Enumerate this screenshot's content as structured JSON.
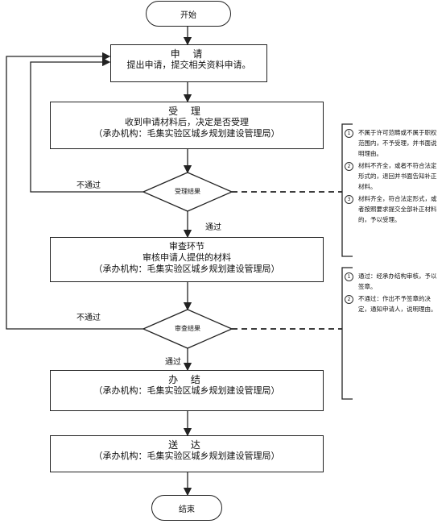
{
  "start": "开始",
  "end": "结束",
  "apply": {
    "title": "申 请",
    "line1": "提出申请，提交相关资料申请。"
  },
  "accept": {
    "title": "受 理",
    "line1": "收到申请材料后，决定是否受理",
    "line2": "（承办机构：毛集实验区城乡规划建设管理局）"
  },
  "decision1": {
    "text": "受理结果",
    "fail": "不通过",
    "pass": "通过"
  },
  "review": {
    "title": "审查环节",
    "line1": "审核申请人提供的材料",
    "line2": "（承办机构：毛集实验区城乡规划建设管理局）"
  },
  "decision2": {
    "text": "审查结果",
    "fail": "不通过",
    "pass": "通过"
  },
  "handle": {
    "title": "办 结",
    "line1": "（承办机构：毛集实验区城乡规划建设管理局）"
  },
  "deliver": {
    "title": "送 达",
    "line1": "（承办机构：毛集实验区城乡规划建设管理局）"
  },
  "notes1": [
    {
      "num": "1",
      "text": "不属于许可范畴或不属于职权范围内，不予受理，并书面说明理由。"
    },
    {
      "num": "2",
      "text": "材料不齐全，或者不符合法定形式的，退回并书面告知补正材料。"
    },
    {
      "num": "3",
      "text": "材料齐全，符合法定形式，或者按照要求提交全部补正材料的，予以受理。"
    }
  ],
  "notes2": [
    {
      "num": "1",
      "text": "通过：经承办结构审核，予以签章。"
    },
    {
      "num": "2",
      "text": "不通过：作出不予签章的决定，通知申请人，说明理由。"
    }
  ]
}
